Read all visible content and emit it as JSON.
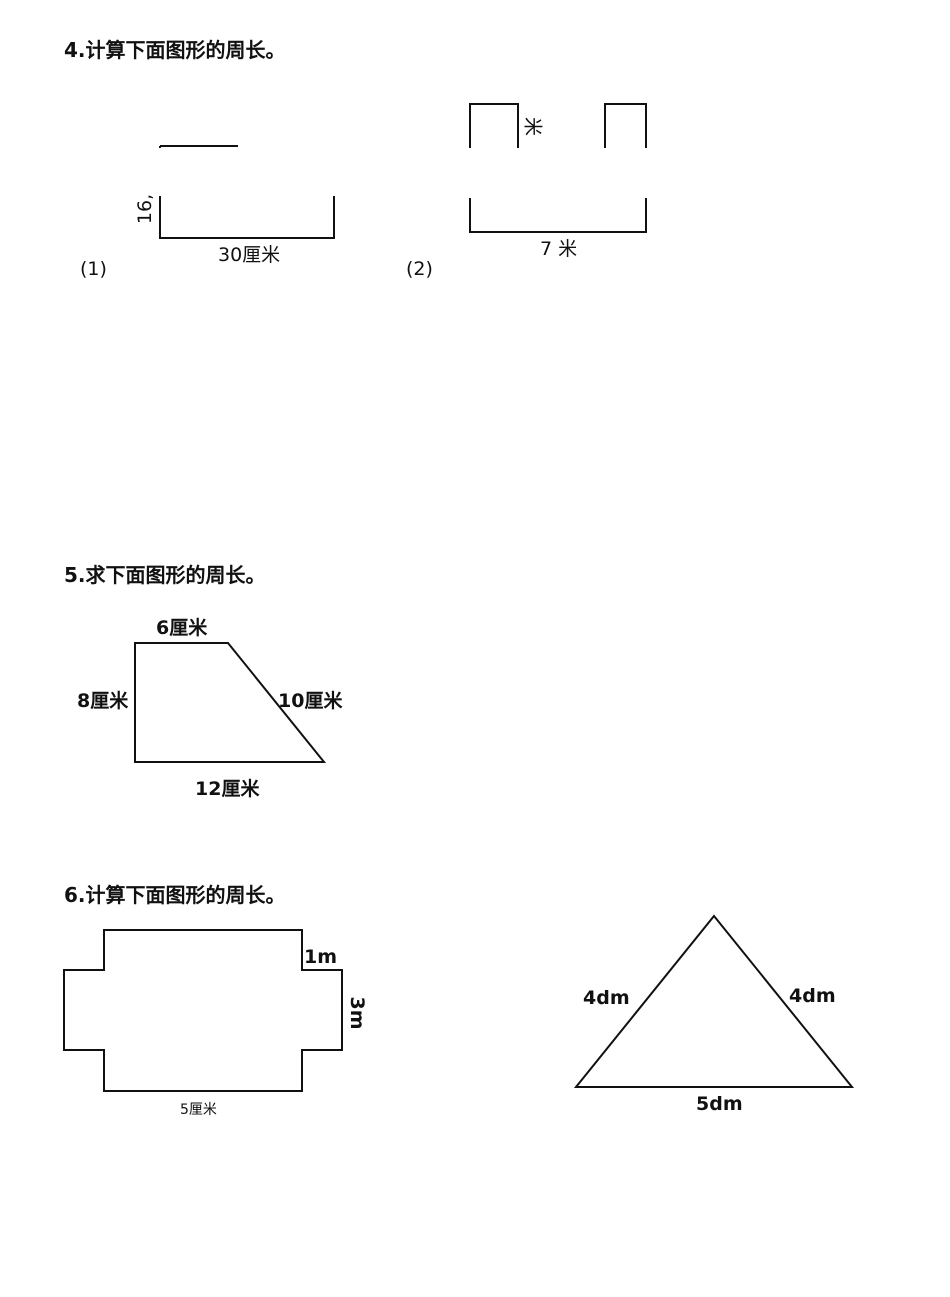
{
  "section4": {
    "title": "4.计算下面图形的周长。",
    "fig1": {
      "number": "(1)",
      "bottom_label": "30厘米",
      "side_label_partial": "16,"
    },
    "fig2": {
      "number": "(2)",
      "bottom_label": "7 米",
      "side_label_partial": "米"
    }
  },
  "section5": {
    "title": "5.求下面图形的周长。",
    "top_label": "6厘米",
    "left_label": "8厘米",
    "slant_label": "10厘米",
    "bottom_label": "12厘米"
  },
  "section6": {
    "title": "6.计算下面图形的周长。",
    "cross_shape": {
      "notch_label": "1m",
      "side_label": "3m",
      "bottom_label": "5厘米"
    },
    "triangle": {
      "left_label": "4dm",
      "right_label": "4dm",
      "bottom_label": "5dm"
    }
  }
}
